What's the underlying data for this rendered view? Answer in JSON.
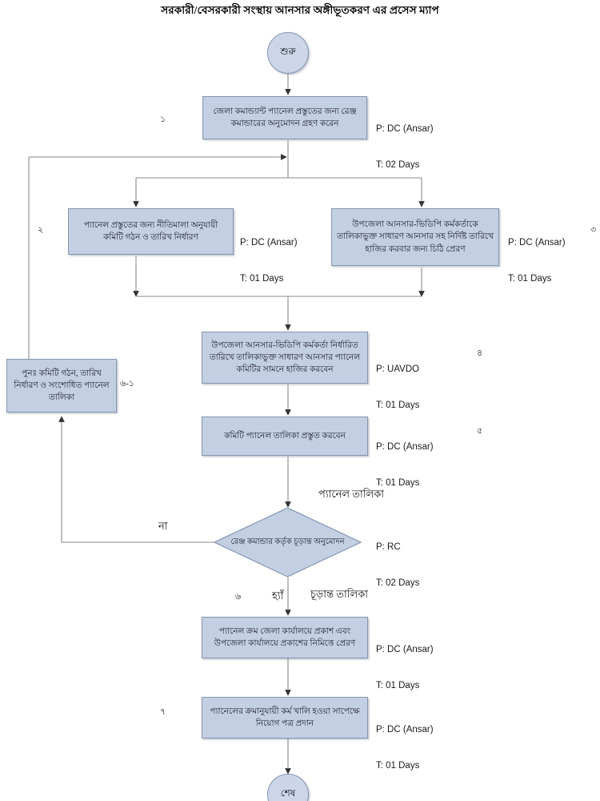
{
  "title": "সরকারী/বেসরকারী সংস্থায় আনসার অঙ্গীভূতকরণ এর প্রসেস ম্যাপ",
  "nodes": {
    "start": {
      "label": "শুরু"
    },
    "end": {
      "label": "শেষ"
    },
    "n1": {
      "text": "জেলা কমান্ড্যান্ট প্যানেল প্রস্তুতের জন্য রেঞ্জ কমান্ডারের অনুমোদন গ্রহণ করেন",
      "p": "P: DC (Ansar)",
      "t": "T: 02 Days",
      "num": "১"
    },
    "n2": {
      "text": "প্যানেল প্রস্তুতের জন্য নীতিমালা অনুযায়ী কমিটি গঠন ও তারিখ নির্ধারণ",
      "p": "P: DC (Ansar)",
      "t": "T: 01 Days",
      "num": "২"
    },
    "n3": {
      "text": "উপজেলা আনসার-ভিডিপি কর্মকর্তাকে তালিকাভুক্ত সাধারণ আনসার সহ নির্দিষ্ট তারিখে হাজির করবার জন্য চিঠি প্রেরণ",
      "p": "P: DC (Ansar)",
      "t": "T: 01 Days",
      "num": "৩"
    },
    "n4": {
      "text": "উপজেলা আনসার-ভিডিপি কর্মকর্তা নির্ধারিত তারিখে তালিকাভুক্ত সাধারণ আনসার প্যানেল কমিটির সামনে হাজির করবেন",
      "p": "P: UAVDO",
      "t": "T: 01 Days",
      "num": "৪"
    },
    "n5": {
      "text": "কমিটি প্যানেল তালিকা প্রস্তুত করবেন",
      "p": "P: DC (Ansar)",
      "t": "T: 01 Days",
      "num": "৫"
    },
    "n6_1": {
      "text": "পুনঃ  কমিটি গঠন, তারিখ নির্ধারণ ও সংশোধিত প্যানেল তালিকা",
      "num": "৬-১"
    },
    "decision": {
      "text": "রেঞ্জ কমান্ডার কর্তৃক চূড়ান্ত অনুমোদন",
      "p": "P: RC",
      "t": "T: 02 Days",
      "num": "৬",
      "label_no": "না",
      "label_yes": "হ্যাঁ",
      "label_in": "প্যানেল তালিকা",
      "label_out": "চূড়ান্ত তালিকা"
    },
    "n7": {
      "text": "প্যানেল ক্রম জেলা কার্যালয়ে প্রকাশ এবং উপজেলা কার্যালয়ে প্রকাশের নিমিত্তে প্রেরণ",
      "p": "P: DC (Ansar)",
      "t": "T: 01 Days"
    },
    "n8": {
      "text": "প্যানেলের ক্রমানুযায়ী কর্ম খালি হওয়া সাপেক্ষে নিয়োগ পত্র প্রদান",
      "p": "P: DC (Ansar)",
      "t": "T: 01 Days",
      "num": "৭"
    }
  },
  "colors": {
    "node_fill": "#c3cfe2",
    "node_border": "#8496b0",
    "terminator_fill": "#ccd6e8",
    "connector": "#7a7a7a",
    "text": "#1a1a2e"
  }
}
